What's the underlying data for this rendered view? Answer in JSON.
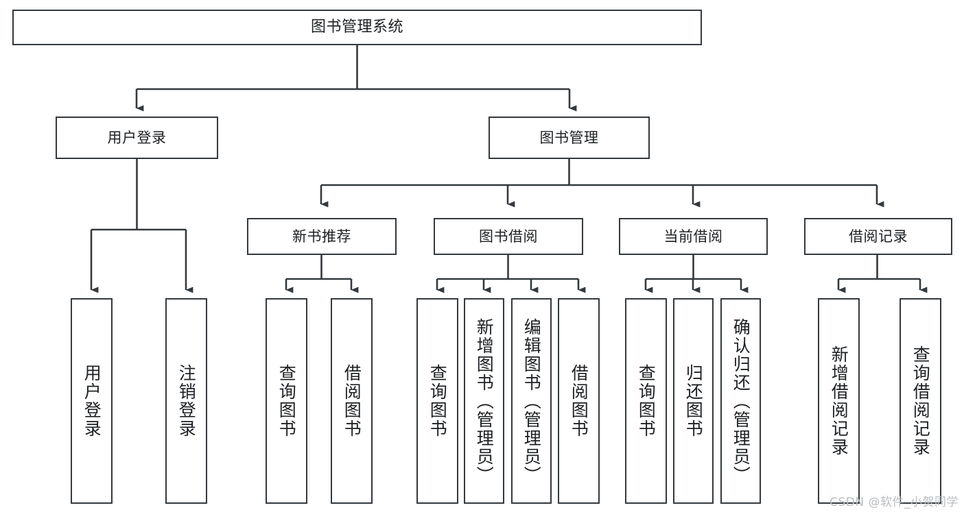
{
  "diagram": {
    "title": "图书管理系统",
    "type": "hierarchy-tree",
    "watermark": "CSDN @软件_小贺同学",
    "colors": {
      "box_border": "#33393d",
      "box_fill": "#ffffff",
      "edge": "#33393d",
      "text": "#1d2023",
      "watermark": "#b9bdc1"
    }
  },
  "nodes": {
    "root": {
      "label": "图书管理系统"
    },
    "level2": [
      {
        "id": "user-login",
        "label": "用户登录"
      },
      {
        "id": "book-admin",
        "label": "图书管理"
      }
    ],
    "level3": [
      {
        "id": "new-book-recommend",
        "label": "新书推荐"
      },
      {
        "id": "book-borrow",
        "label": "图书借阅"
      },
      {
        "id": "current-borrow",
        "label": "当前借阅"
      },
      {
        "id": "borrow-record",
        "label": "借阅记录"
      }
    ],
    "leaves": {
      "user_login": [
        {
          "id": "leaf-user-login",
          "label": "用户登录"
        },
        {
          "id": "leaf-logout-login",
          "label": "注销登录"
        }
      ],
      "new_book_recommend": [
        {
          "id": "leaf-query-book-1",
          "label": "查询图书"
        },
        {
          "id": "leaf-borrow-book-1",
          "label": "借阅图书"
        }
      ],
      "book_borrow": [
        {
          "id": "leaf-query-book-2",
          "label": "查询图书"
        },
        {
          "id": "leaf-add-book",
          "label": "新增图书（管理员）"
        },
        {
          "id": "leaf-edit-book",
          "label": "编辑图书（管理员）"
        },
        {
          "id": "leaf-borrow-book-2",
          "label": "借阅图书"
        }
      ],
      "current_borrow": [
        {
          "id": "leaf-query-book-3",
          "label": "查询图书"
        },
        {
          "id": "leaf-return-book",
          "label": "归还图书"
        },
        {
          "id": "leaf-confirm-return",
          "label": "确认归还（管理员）"
        }
      ],
      "borrow_record": [
        {
          "id": "leaf-add-record",
          "label": "新增借阅记录"
        },
        {
          "id": "leaf-query-record",
          "label": "查询借阅记录"
        }
      ]
    }
  }
}
